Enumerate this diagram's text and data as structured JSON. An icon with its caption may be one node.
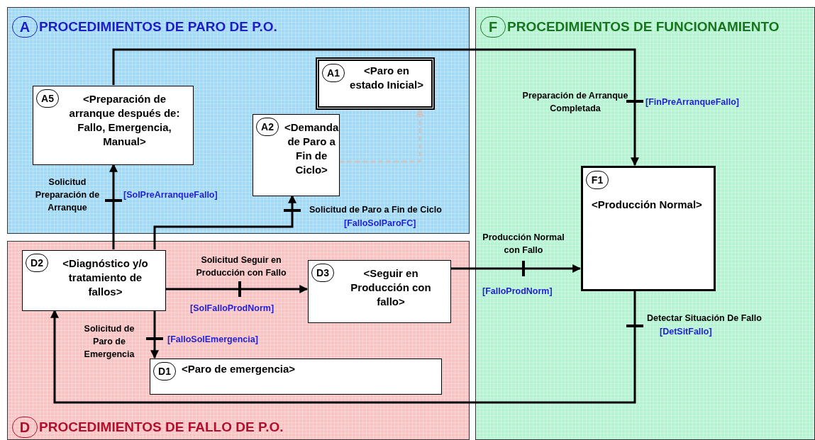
{
  "diagram": {
    "nodes": [
      {
        "text": [
          "A",
          "PROCEDIMIENTOS DE PARO DE P.O."
        ]
      },
      {
        "text": [
          "A1",
          "<Paro en estado Inicial>"
        ],
        "in": 0
      },
      {
        "text": [
          "A5",
          "<Preparación de arranque después de: Fallo, Emergencia, Manual>"
        ],
        "in": 0
      },
      {
        "text": [
          "A2",
          "<Demanda de Paro a Fin de Ciclo>"
        ],
        "in": 0
      },
      {
        "text": [
          "F",
          "PROCEDIMIENTOS DE FUNCIONAMIENTO"
        ]
      },
      {
        "text": [
          "F1",
          "<Producción Normal>"
        ],
        "in": 4
      },
      {
        "text": [
          "D",
          "PROCEDIMIENTOS DE FALLO DE P.O."
        ]
      },
      {
        "text": [
          "D2",
          "<Diagnóstico y/o tratamiento de fallos>"
        ],
        "in": 6
      },
      {
        "text": [
          "D3",
          "<Seguir en Producción con fallo>"
        ],
        "in": 6
      },
      {
        "text": [
          "D1",
          "<Paro de emergencia>"
        ],
        "in": 6
      }
    ],
    "edges": [
      {
        "from": 2,
        "to": 5,
        "arrow": "to",
        "label": "Preparación de Arranque Completada"
      },
      {
        "from": 3,
        "to": 1,
        "arrow": "to",
        "style": "dashed",
        "color": "#c8c8c8"
      },
      {
        "from": 7,
        "to": 2,
        "arrow": "to",
        "label": "Solicitud Preparación de Arranque"
      },
      {
        "from": 7,
        "to": 3,
        "arrow": "to",
        "label": "Solicitud de Paro a Fin de Ciclo"
      },
      {
        "from": 7,
        "to": 8,
        "arrow": "to",
        "label": "Solicitud Seguir en Producción con Fallo"
      },
      {
        "from": 7,
        "to": 9,
        "arrow": "to",
        "label": "Solicitud de Paro de Emergencia"
      },
      {
        "from": 8,
        "to": 5,
        "arrow": "to",
        "label": "Producción Normal con Fallo"
      },
      {
        "from": 5,
        "to": 7,
        "arrow": "to",
        "label": "Detectar Situación De Fallo"
      }
    ],
    "labels": [
      "[FinPreArranqueFallo]",
      "[SolPreArranqueFallo]",
      "[FalloSolParoFC]",
      "[FalloProdNorm]",
      "[SolFalloProdNorm]",
      "[DetSitFallo]",
      "[FalloSolEmergencia]"
    ]
  }
}
